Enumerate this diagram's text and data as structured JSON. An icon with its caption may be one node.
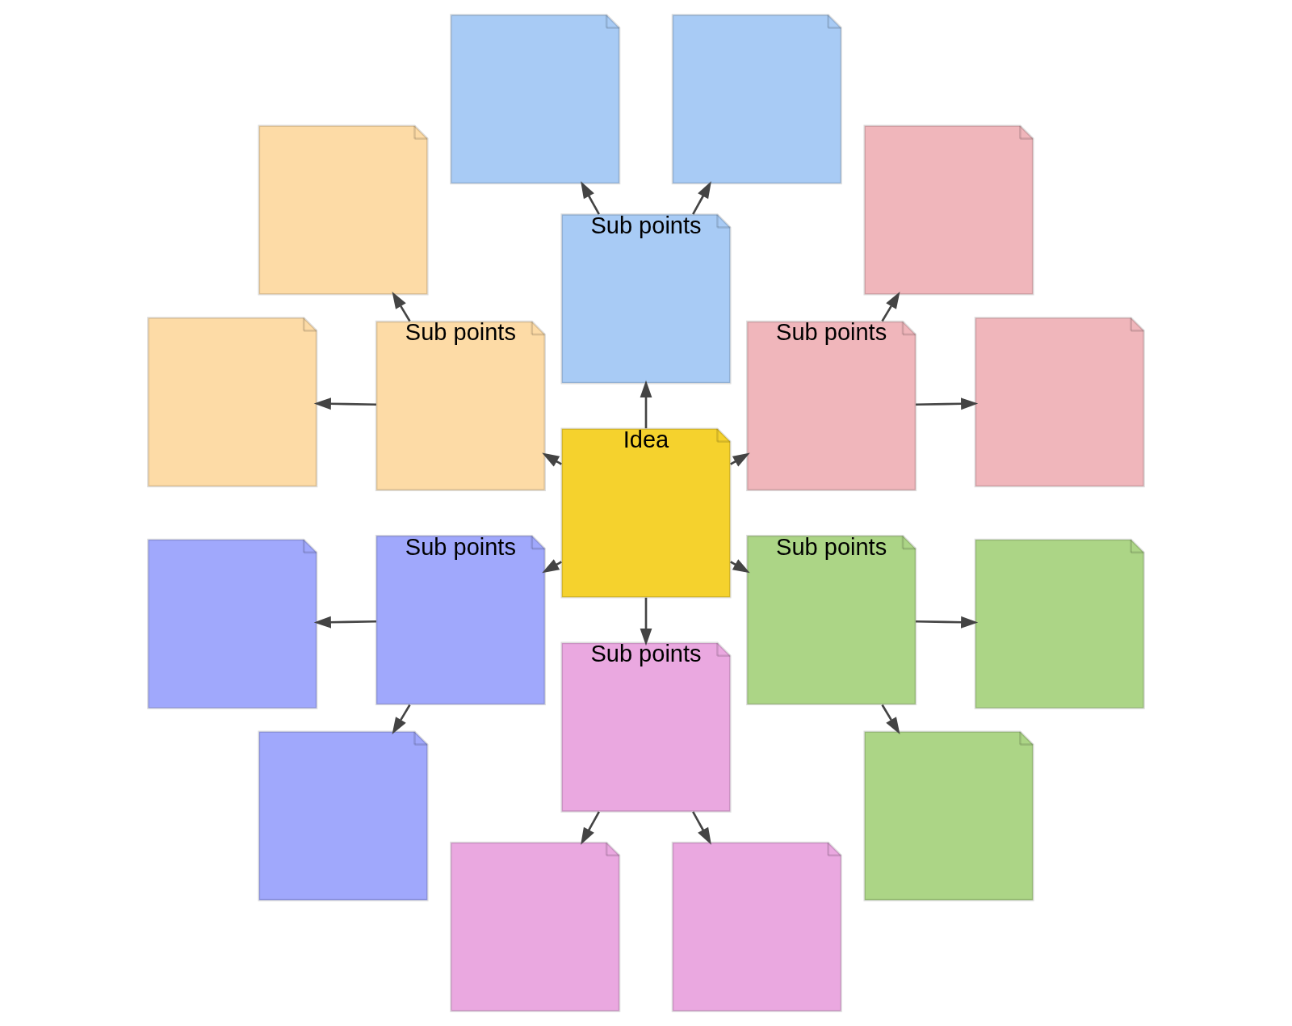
{
  "diagram": {
    "nodes": [
      {
        "text": [
          "Idea"
        ]
      },
      {
        "text": [
          "Sub points"
        ]
      },
      {
        "text": [
          "Sub points"
        ]
      },
      {
        "text": [
          "Sub points"
        ]
      },
      {
        "text": [
          "Sub points"
        ]
      },
      {
        "text": [
          "Sub points"
        ]
      },
      {
        "text": [
          "Sub points"
        ]
      },
      {
        "text": [],
        "shape": "box"
      },
      {
        "text": [],
        "shape": "box"
      },
      {
        "text": [],
        "shape": "box"
      },
      {
        "text": [],
        "shape": "box"
      },
      {
        "text": [],
        "shape": "box"
      },
      {
        "text": [],
        "shape": "box"
      },
      {
        "text": [],
        "shape": "box"
      },
      {
        "text": [],
        "shape": "box"
      },
      {
        "text": [],
        "shape": "box"
      },
      {
        "text": [],
        "shape": "box"
      },
      {
        "text": [],
        "shape": "box"
      },
      {
        "text": [],
        "shape": "box"
      }
    ],
    "edges": [
      {
        "from": 0,
        "to": 1,
        "arrow": "to"
      },
      {
        "from": 0,
        "to": 2,
        "arrow": "to"
      },
      {
        "from": 0,
        "to": 3,
        "arrow": "to"
      },
      {
        "from": 0,
        "to": 4,
        "arrow": "to"
      },
      {
        "from": 0,
        "to": 5,
        "arrow": "to"
      },
      {
        "from": 0,
        "to": 6,
        "arrow": "to"
      },
      {
        "from": 1,
        "to": 7,
        "arrow": "to"
      },
      {
        "from": 1,
        "to": 9,
        "arrow": "to"
      },
      {
        "from": 2,
        "to": 11,
        "arrow": "to"
      },
      {
        "from": 2,
        "to": 13,
        "arrow": "to"
      },
      {
        "from": 3,
        "to": 15,
        "arrow": "to"
      },
      {
        "from": 3,
        "to": 17,
        "arrow": "to"
      },
      {
        "from": 4,
        "to": 8,
        "arrow": "to"
      },
      {
        "from": 4,
        "to": 10,
        "arrow": "to"
      },
      {
        "from": 5,
        "to": 12,
        "arrow": "to"
      },
      {
        "from": 5,
        "to": 14,
        "arrow": "to"
      },
      {
        "from": 6,
        "to": 16,
        "arrow": "to"
      },
      {
        "from": 6,
        "to": 18,
        "arrow": "to"
      }
    ]
  }
}
